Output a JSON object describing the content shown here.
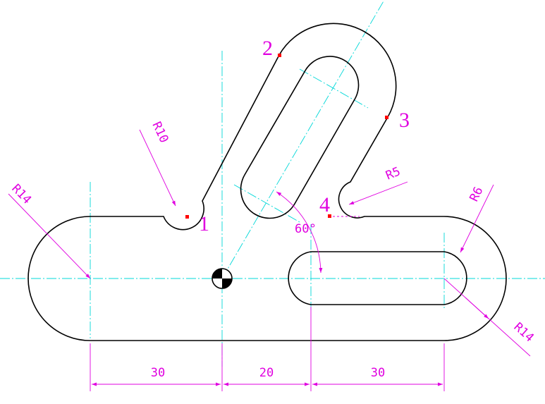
{
  "colors": {
    "outline": "#000000",
    "centerline": "#00d8d8",
    "dimension": "#e000e0",
    "point": "#ff0000"
  },
  "dimensions": {
    "horizontal": [
      "30",
      "20",
      "30"
    ],
    "angle": "60°",
    "radii": {
      "left_end": "R14",
      "left_fillet": "R10",
      "right_fillet": "R5",
      "slot": "R6",
      "right_end": "R14"
    }
  },
  "points": [
    "1",
    "2",
    "3",
    "4"
  ],
  "symbols": {
    "origin": "center-of-gravity-icon"
  }
}
